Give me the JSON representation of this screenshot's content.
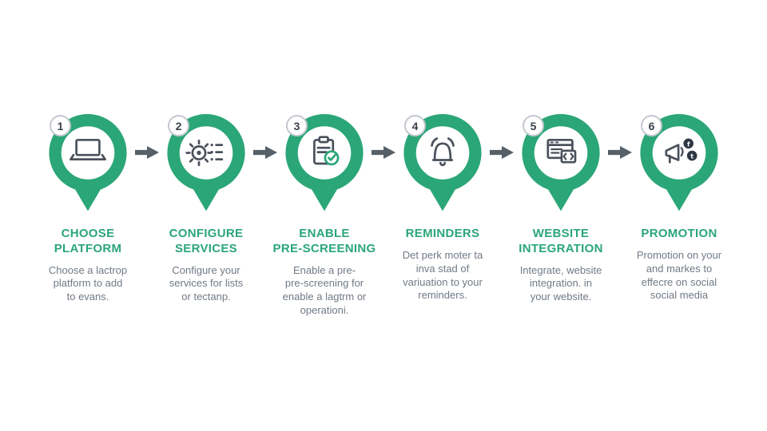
{
  "background_color": "#ffffff",
  "accent_color": "#2BA678",
  "arrow_color": "#566069",
  "steps": [
    {
      "number": "1",
      "title": "CHOOSE\nPLATFORM",
      "description": "Choose a lactrop\nplatform to add\nto evans.",
      "icon": "laptop-icon"
    },
    {
      "number": "2",
      "title": "CONFIGURE\nSERVICES",
      "description": "Configure your\nservices for lists\nor tectanp.",
      "icon": "gear-list-icon"
    },
    {
      "number": "3",
      "title": "ENABLE\nPRE-SCREENING",
      "description": "Enable a pre-\npre-screening for\nenable a lagtrm or\noperationi.",
      "icon": "clipboard-check-icon"
    },
    {
      "number": "4",
      "title": "REMINDERS",
      "description": "Det perk moter ta\ninva stad of\nvariuation to your\nreminders.",
      "icon": "bell-icon"
    },
    {
      "number": "5",
      "title": "WEBSITE\nINTEGRATION",
      "description": "Integrate, website\nintegration. in\nyour website.",
      "icon": "browser-code-icon"
    },
    {
      "number": "6",
      "title": "PROMOTION",
      "description": "Promotion on your\nand markes to\neffecre on social\nsocial media",
      "icon": "megaphone-social-icon"
    }
  ]
}
